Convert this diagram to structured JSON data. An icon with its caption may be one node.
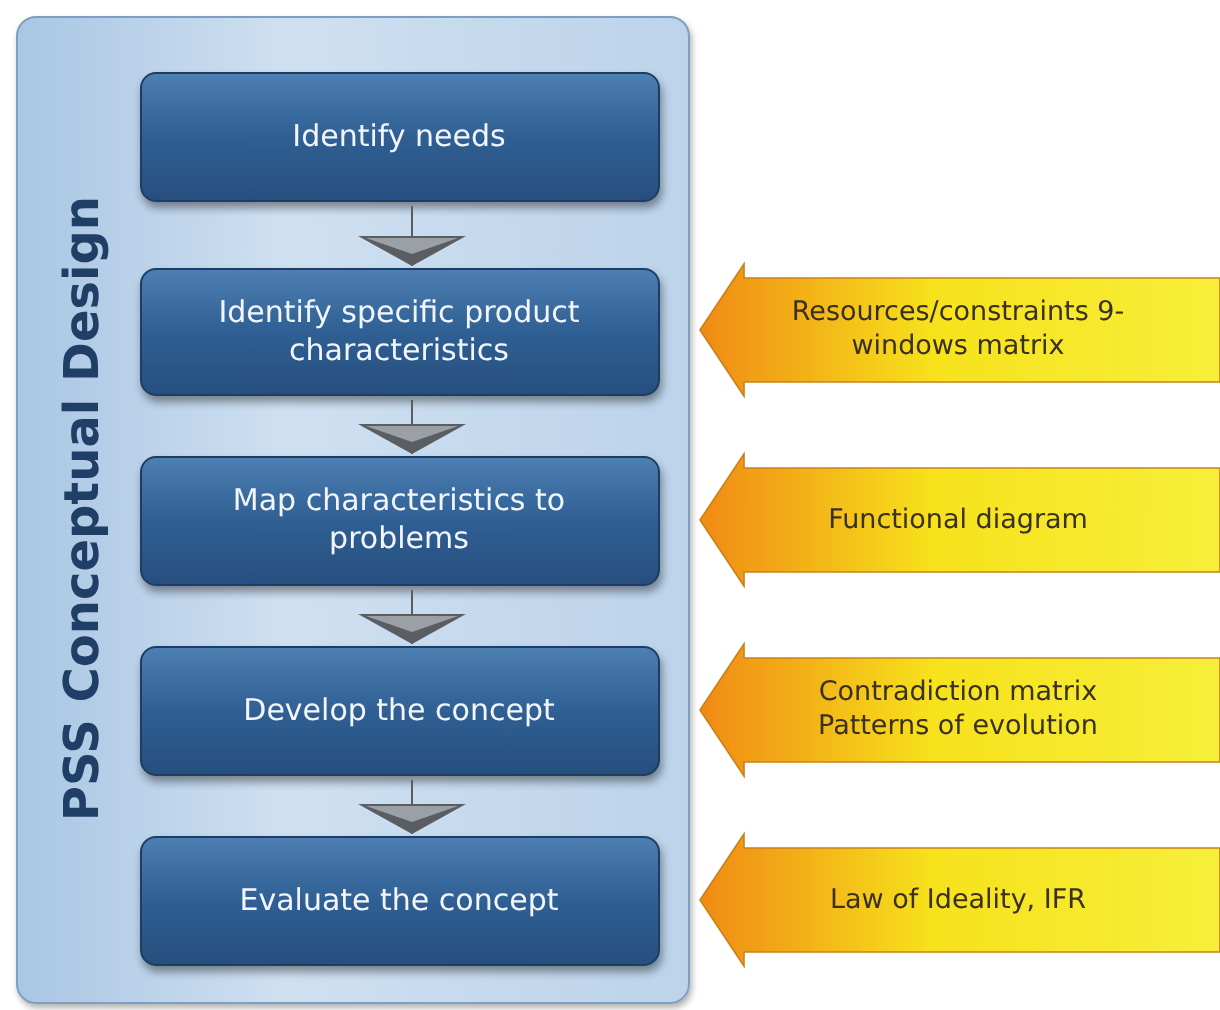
{
  "diagram": {
    "nodes": [
      {
        "text": [
          "PSS Conceptual Design"
        ]
      },
      {
        "text": [
          "Identify needs"
        ],
        "in": 0
      },
      {
        "text": [
          "Identify specific product characteristics"
        ],
        "in": 0
      },
      {
        "text": [
          "Map characteristics to problems"
        ],
        "in": 0
      },
      {
        "text": [
          "Develop the concept"
        ],
        "in": 0
      },
      {
        "text": [
          "Evaluate the concept"
        ],
        "in": 0
      },
      {
        "text": [
          "Resources/constraints 9-windows matrix"
        ]
      },
      {
        "text": [
          "Functional diagram"
        ]
      },
      {
        "text": [
          "Contradiction matrix Patterns of evolution"
        ]
      },
      {
        "text": [
          "Law of Ideality, IFR"
        ]
      }
    ],
    "edges": [
      {
        "from": 1,
        "to": 2,
        "arrow": "to"
      },
      {
        "from": 2,
        "to": 3,
        "arrow": "to"
      },
      {
        "from": 3,
        "to": 4,
        "arrow": "to"
      },
      {
        "from": 4,
        "to": 5,
        "arrow": "to"
      }
    ]
  }
}
